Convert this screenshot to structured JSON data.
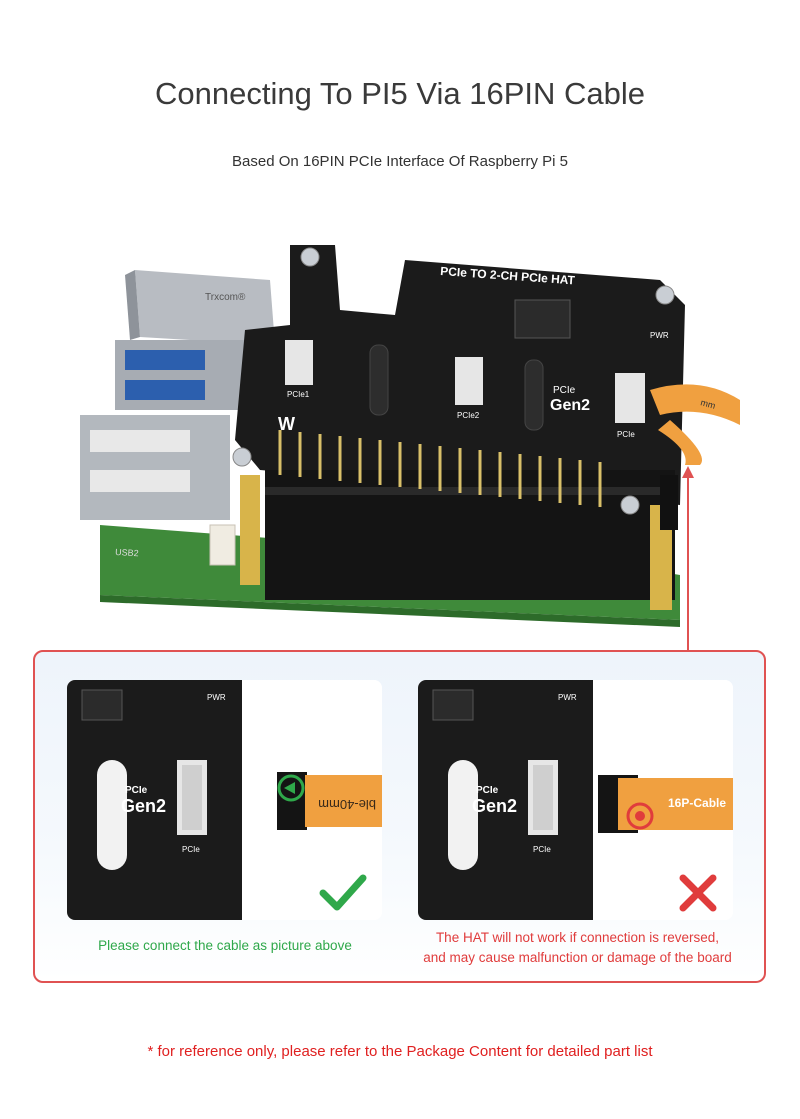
{
  "title": "Connecting To PI5 Via 16PIN Cable",
  "subtitle": "Based On 16PIN PCIe Interface Of Raspberry Pi 5",
  "hero": {
    "hat_title": "PCIe TO 2-CH PCIe HAT",
    "slot1_label": "PCIe1",
    "slot2_label": "PCIe2",
    "slot3_label": "PCIe",
    "gen_label_top": "PCIe",
    "gen_label_main": "Gen2",
    "pwr_label": "PWR",
    "usb_label": "USB2",
    "cable_text": "mm"
  },
  "correct": {
    "pcie_label": "PCIe",
    "gen_label": "Gen2",
    "pwr_label": "PWR",
    "cable_text": "ble-40mm",
    "caption": "Please connect the cable as picture above"
  },
  "wrong": {
    "pcie_label": "PCIe",
    "gen_label": "Gen2",
    "pwr_label": "PWR",
    "cable_text": "16P-Cable",
    "caption_line1": "The HAT will not work if connection is reversed,",
    "caption_line2": "and may cause malfunction or damage of the board"
  },
  "footnote": "* for reference only, please refer to the Package Content for detailed part list",
  "colors": {
    "accent_red": "#e05252",
    "ok_green": "#2fa84a",
    "cable_orange": "#f0a040",
    "board_black": "#1b1b1b",
    "pi_green": "#3f8a3a"
  }
}
